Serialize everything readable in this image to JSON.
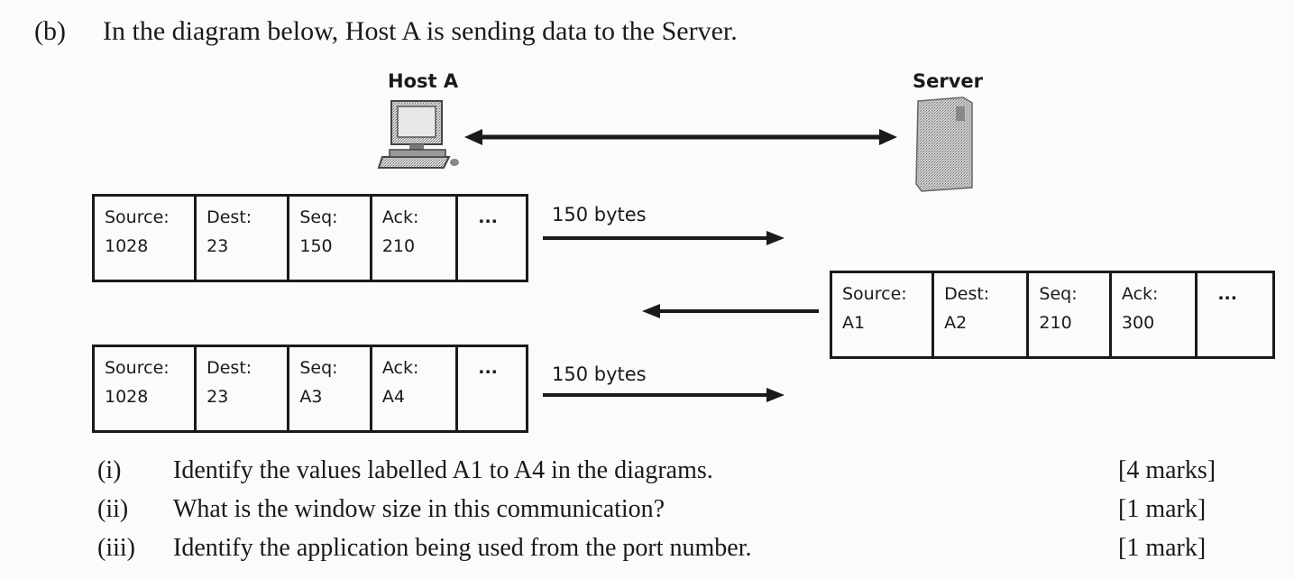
{
  "question": {
    "label": "(b)",
    "text": "In the diagram below, Host A is sending data to the Server."
  },
  "diagram": {
    "host_label": "Host A",
    "server_label": "Server",
    "segment1": {
      "headers": [
        "Source:",
        "Dest:",
        "Seq:",
        "Ack:",
        "..."
      ],
      "values": [
        "1028",
        "23",
        "150",
        "210",
        ""
      ],
      "bytes": "150 bytes"
    },
    "segment2": {
      "headers": [
        "Source:",
        "Dest:",
        "Seq:",
        "Ack:",
        "..."
      ],
      "values": [
        "A1",
        "A2",
        "210",
        "300",
        ""
      ]
    },
    "segment3": {
      "headers": [
        "Source:",
        "Dest:",
        "Seq:",
        "Ack:",
        "..."
      ],
      "values": [
        "1028",
        "23",
        "A3",
        "A4",
        ""
      ],
      "bytes": "150 bytes"
    }
  },
  "subquestions": [
    {
      "num": "(i)",
      "text": "Identify the values labelled A1 to A4 in the diagrams.",
      "marks": "[4 marks]"
    },
    {
      "num": "(ii)",
      "text": "What is the window size in this communication?",
      "marks": "[1 mark]"
    },
    {
      "num": "(iii)",
      "text": "Identify the application being used from the port number.",
      "marks": "[1 mark]"
    }
  ],
  "colors": {
    "ink": "#1a1a1a",
    "paper": "#fbfbfa"
  }
}
